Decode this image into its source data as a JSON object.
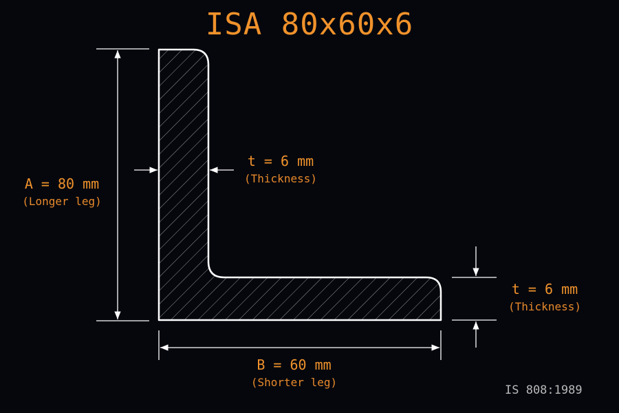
{
  "title": "ISA 80x60x6",
  "standard": "IS 808:1989",
  "dimensions": {
    "leg_a": {
      "label": "A = 80 mm",
      "note": "(Longer leg)"
    },
    "leg_b": {
      "label": "B = 60 mm",
      "note": "(Shorter leg)"
    },
    "thickness_vertical": {
      "label": "t = 6 mm",
      "note": "(Thickness)"
    },
    "thickness_horizontal": {
      "label": "t = 6 mm",
      "note": "(Thickness)"
    }
  },
  "colors": {
    "background": "#05070d",
    "accent": "#f0922b",
    "line": "#ffffff",
    "muted": "#b9b9b9"
  }
}
